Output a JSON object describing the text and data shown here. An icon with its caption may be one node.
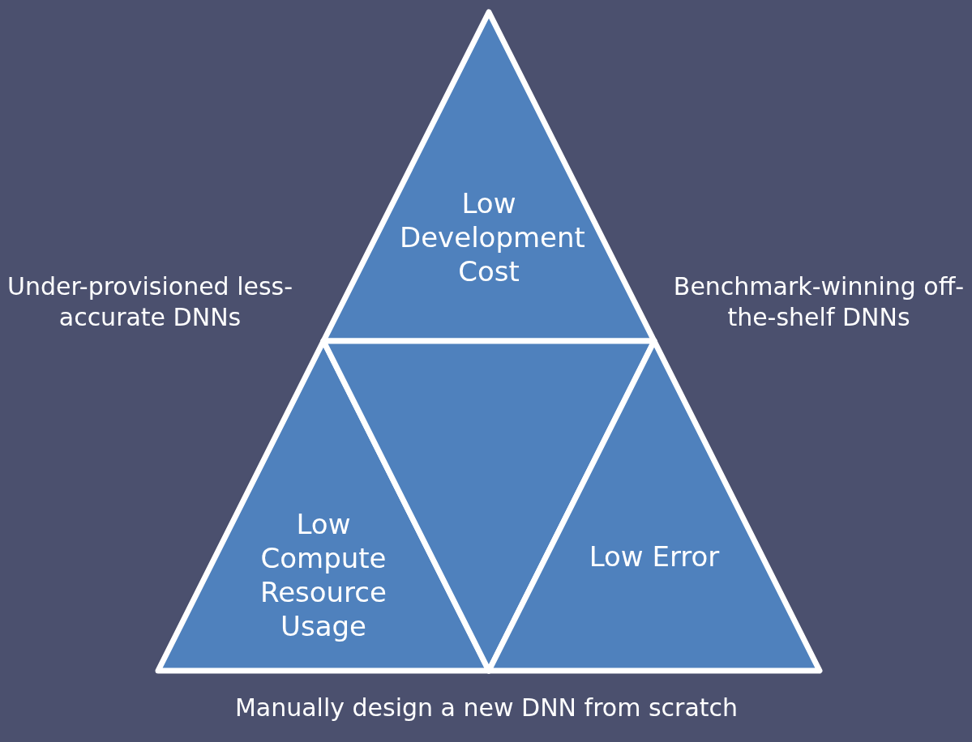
{
  "diagram": {
    "nodes": [
      {
        "text": [
          "Low Development Cost"
        ]
      },
      {
        "text": [
          "Low Compute Resource Usage"
        ]
      },
      {
        "text": [],
        "shape": "triangle"
      },
      {
        "text": [
          "Low Error"
        ]
      }
    ],
    "labels": [
      "Under-provisioned less-accurate DNNs",
      "Benchmark-winning off-the-shelf DNNs",
      "Manually design a new DNN from scratch"
    ]
  }
}
